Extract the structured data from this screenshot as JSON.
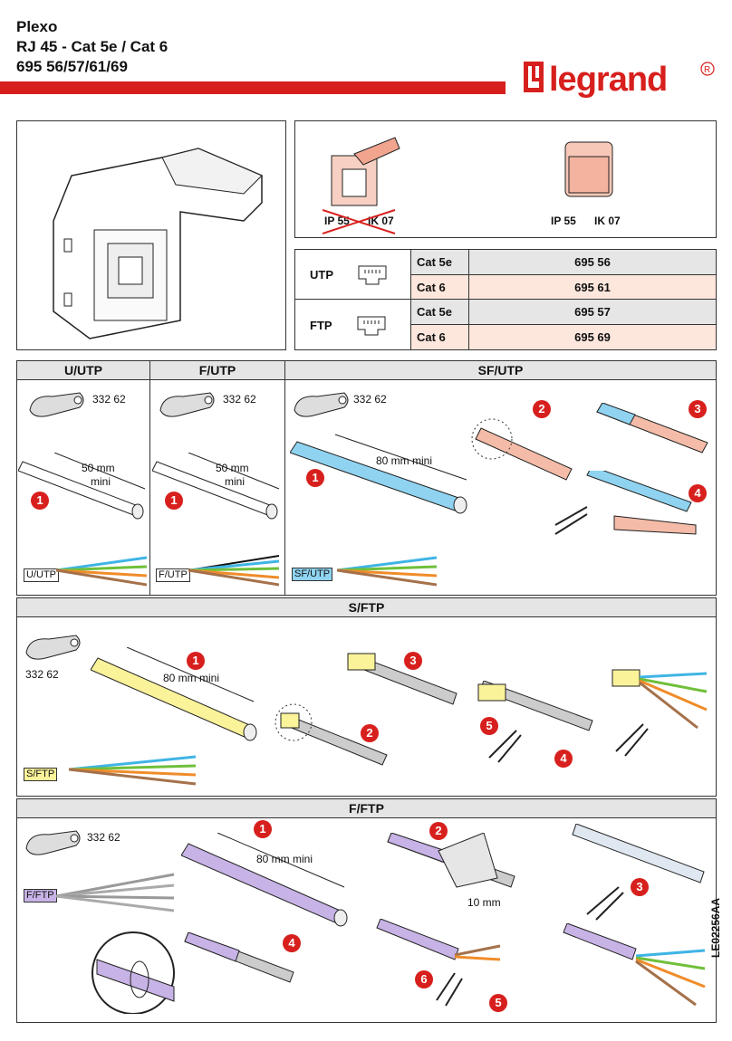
{
  "header": {
    "line1": "Plexo",
    "line2": "RJ 45 - Cat 5e / Cat 6",
    "line3": "695 56/57/61/69",
    "brand": "legrand",
    "brand_mark": "®"
  },
  "ratings": {
    "crossed_ip": "IP 55",
    "crossed_ik": "IK 07",
    "ip": "IP 55",
    "ik": "IK 07"
  },
  "product_table": {
    "utp_label": "UTP",
    "ftp_label": "FTP",
    "rows": [
      {
        "cat": "Cat 5e",
        "code": "695 56"
      },
      {
        "cat": "Cat 6",
        "code": "695 61"
      },
      {
        "cat": "Cat 5e",
        "code": "695 57"
      },
      {
        "cat": "Cat 6",
        "code": "695 69"
      }
    ]
  },
  "sections": {
    "u_utp": "U/UTP",
    "f_utp": "F/UTP",
    "sf_utp": "SF/UTP",
    "s_ftp": "S/FTP",
    "f_ftp": "F/FTP"
  },
  "tool_code": "332 62",
  "measures": {
    "m50": "50 mm",
    "mini": "mini",
    "m80": "80 mm mini",
    "m10": "10 mm"
  },
  "cable_tags": {
    "u_utp": "U/UTP",
    "f_utp": "F/UTP",
    "sf_utp": "SF/UTP",
    "s_ftp": "S/FTP",
    "f_ftp": "F/FTP"
  },
  "steps": [
    "1",
    "2",
    "3",
    "4",
    "5",
    "6"
  ],
  "doc_ref": "LE02256AA",
  "colors": {
    "brand_red": "#d7201d",
    "sf_blue": "#8fd3f0",
    "sftp_yellow": "#fbf39a",
    "fftp_purple": "#c7b3e6"
  }
}
